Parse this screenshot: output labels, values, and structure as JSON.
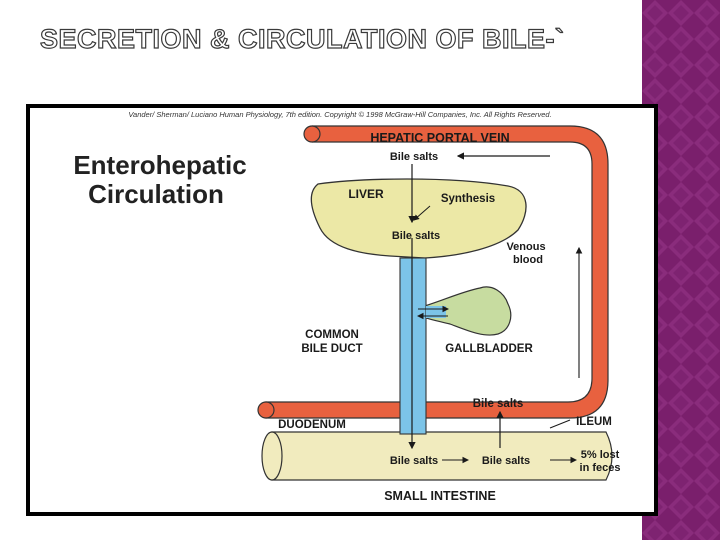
{
  "slide": {
    "title": "SECRETION & CIRCULATION OF BILE-`"
  },
  "figure": {
    "credit": "Vander/ Sherman/ Luciano Human Physiology, 7th edition. Copyright © 1998 McGraw-Hill Companies, Inc. All Rights Reserved.",
    "heading_line1": "Enterohepatic",
    "heading_line2": "Circulation",
    "labels": {
      "hepatic_portal_vein": "HEPATIC PORTAL VEIN",
      "bile_salts_top": "Bile salts",
      "liver": "LIVER",
      "synthesis": "Synthesis",
      "bile_salts_liver": "Bile salts",
      "venous_line1": "Venous",
      "venous_line2": "blood",
      "common_line1": "COMMON",
      "common_line2": "BILE DUCT",
      "gallbladder": "GALLBLADDER",
      "bile_salts_vein": "Bile salts",
      "ileum": "ILEUM",
      "duodenum": "DUODENUM",
      "bile_salts_int1": "Bile salts",
      "bile_salts_int2": "Bile salts",
      "lost_line1": "5% lost",
      "lost_line2": "in feces",
      "small_intestine": "SMALL INTESTINE"
    }
  },
  "colors": {
    "vein": "#e8613f",
    "liver": "#ece8a6",
    "duct": "#7cc4e8",
    "gallbladder": "#c7dca0",
    "intestine": "#f1ebbe",
    "band": "#7b1f6e"
  }
}
